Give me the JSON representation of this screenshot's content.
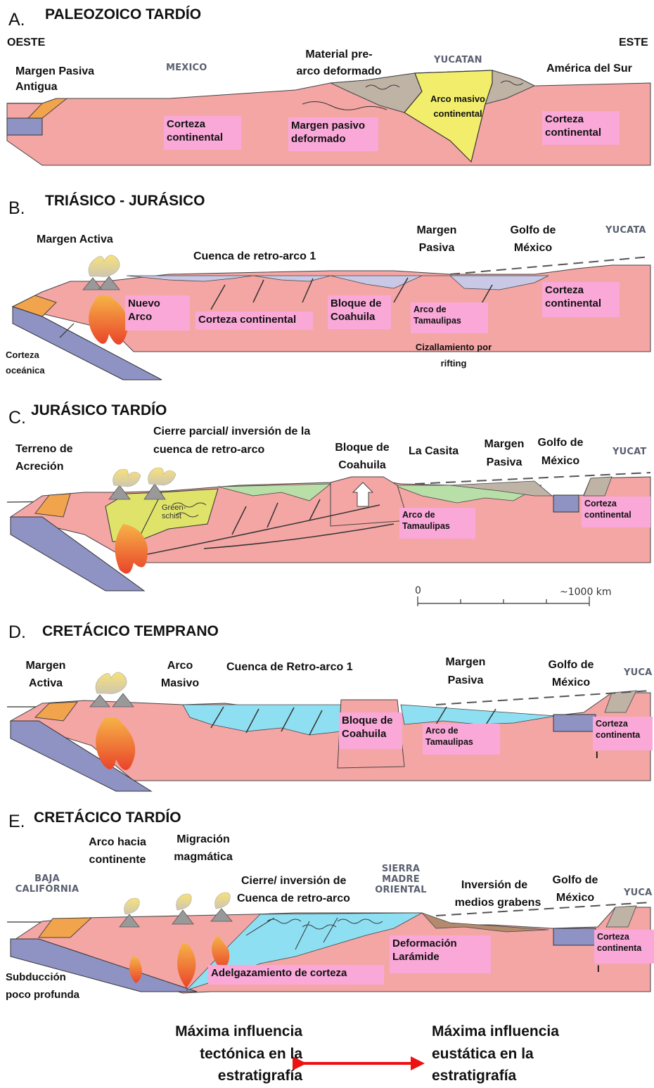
{
  "panels": {
    "a": {
      "letter": "A.",
      "heading": "PALEOZOICO TARDÍO",
      "oeste": "OESTE",
      "este": "ESTE",
      "margen_1": "Margen Pasiva",
      "margen_2": "Antigua",
      "mexico": "MEXICO",
      "material_1": "Material pre-",
      "material_2": "arco deformado",
      "yucatan": "YUCATAN",
      "america": "América del Sur",
      "arco_1": "Arco masivo",
      "arco_2": "continental",
      "corteza_1": "Corteza",
      "corteza_2": "continental",
      "deformado_1": "Margen pasivo",
      "deformado_2": "deformado",
      "corteza_e_1": "Corteza",
      "corteza_e_2": "continental"
    },
    "b": {
      "letter": "B.",
      "heading": "TRIÁSICO - JURÁSICO",
      "margen_activa": "Margen Activa",
      "cuenca": "Cuenca de retro-arco 1",
      "margen_pasiva_1": "Margen",
      "margen_pasiva_2": "Pasiva",
      "golfo_1": "Golfo de",
      "golfo_2": "México",
      "yucatan": "YUCATA",
      "nuevo_1": "Nuevo",
      "nuevo_2": "Arco",
      "corteza_cont": "Corteza continental",
      "bloque_1": "Bloque de",
      "bloque_2": "Coahuila",
      "tamaulipas_1": "Arco de",
      "tamaulipas_2": "Tamaulipas",
      "corteza_e_1": "Corteza",
      "corteza_e_2": "continental",
      "ocean_1": "Corteza",
      "ocean_2": "oceánica",
      "ciz_1": "Cizallamiento por",
      "ciz_2": "rifting"
    },
    "c": {
      "letter": "C.",
      "heading": "JURÁSICO TARDÍO",
      "terreno_1": "Terreno de",
      "terreno_2": "Acreción",
      "cierre_1": "Cierre parcial/ inversión de la",
      "cierre_2": "cuenca de retro-arco",
      "bloque_1": "Bloque de",
      "bloque_2": "Coahuila",
      "casita": "La Casita",
      "margen_1": "Margen",
      "margen_2": "Pasiva",
      "golfo_1": "Golfo de",
      "golfo_2": "México",
      "yucatan": "YUCAT",
      "green_1": "Green-",
      "green_2": "schist",
      "tamaulipas_1": "Arco de",
      "tamaulipas_2": "Tamaulipas",
      "corteza_1": "Corteza",
      "corteza_2": "continental",
      "scale_0": "0",
      "scale_max": "~1000 km"
    },
    "d": {
      "letter": "D.",
      "heading": "CRETÁCICO TEMPRANO",
      "margen_1": "Margen",
      "margen_2": "Activa",
      "arco_1": "Arco",
      "arco_2": "Masivo",
      "cuenca": "Cuenca de Retro-arco 1",
      "pasiva_1": "Margen",
      "pasiva_2": "Pasiva",
      "golfo_1": "Golfo de",
      "golfo_2": "México",
      "yucatan": "YUCA",
      "bloque_1": "Bloque de",
      "bloque_2": "Coahuila",
      "tamaulipas_1": "Arco de",
      "tamaulipas_2": "Tamaulipas",
      "corteza_1": "Corteza",
      "corteza_2": "continenta",
      "corteza_3": "l"
    },
    "e": {
      "letter": "E.",
      "heading": "CRETÁCICO TARDÍO",
      "arco_1": "Arco hacia",
      "arco_2": "continente",
      "migracion_1": "Migración",
      "migracion_2": "magmática",
      "baja_1": "BAJA",
      "baja_2": "CALIFORNIA",
      "cierre_1": "Cierre/ inversión de",
      "cierre_2": "Cuenca de retro-arco",
      "sierra_1": "SIERRA",
      "sierra_2": "MADRE",
      "sierra_3": "ORIENTAL",
      "inversion_1": "Inversión de",
      "inversion_2": "medios grabens",
      "golfo_1": "Golfo de",
      "golfo_2": "México",
      "yucatan": "YUCA",
      "deformacion_1": "Deformación",
      "deformacion_2": "Larámide",
      "adelgazamiento": "Adelgazamiento de corteza",
      "corteza_1": "Corteza",
      "corteza_2": "continenta",
      "corteza_3": "l",
      "subduccion_1": "Subducción",
      "subduccion_2": "poco profunda"
    }
  },
  "footer": {
    "left_1": "Máxima influencia",
    "left_2": "tectónica en la",
    "left_3": "estratigrafía",
    "right_1": "Máxima influencia",
    "right_2": "eustática en la",
    "right_3": "estratigrafía"
  },
  "colors": {
    "crust": "#f4a6a4",
    "slab": "#8f93c4",
    "sediment_orange": "#f2a44c",
    "arc_yellow": "#f2ee6c",
    "basin_blue": "#8fdff2",
    "basin_green": "#b8dfa8",
    "basin_lavender": "#c9c8e6",
    "tan": "#bfb3a6",
    "brown": "#b48a6e",
    "label_pink": "#f9a8d8",
    "arrow_red": "#ee1111"
  }
}
